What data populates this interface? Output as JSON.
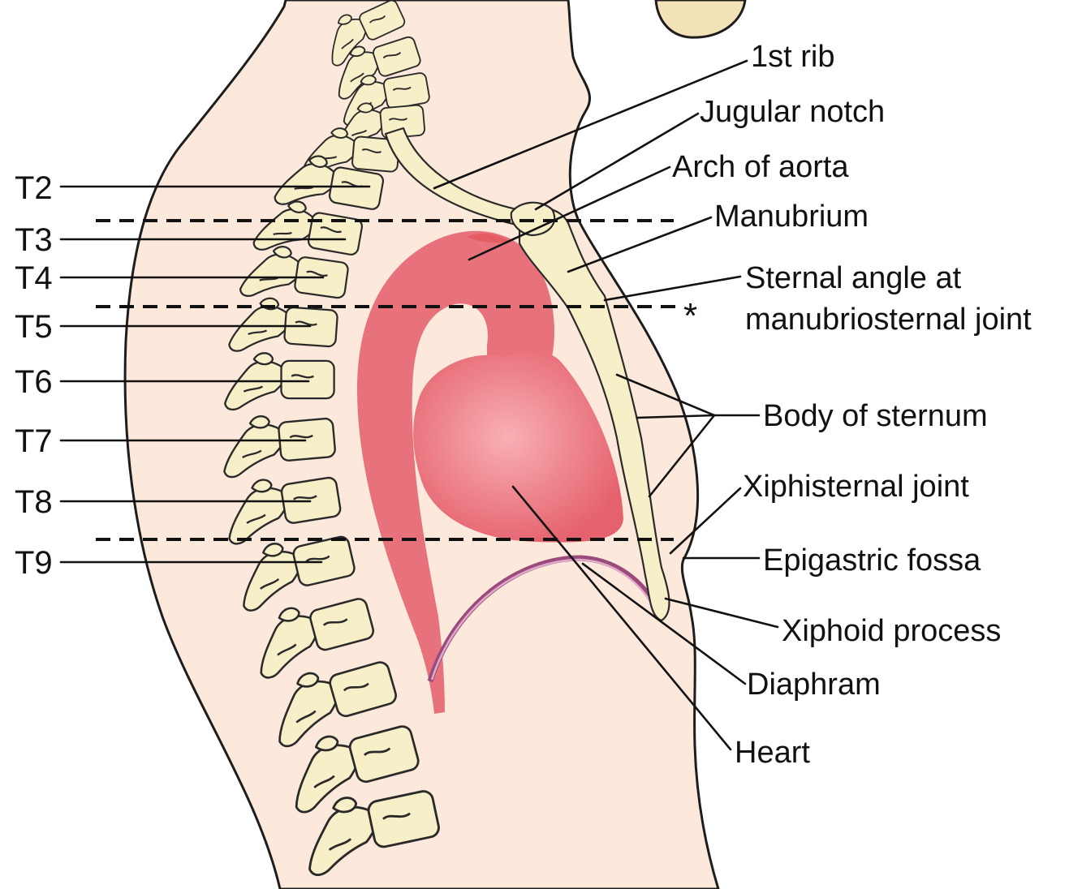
{
  "diagram": {
    "vertebra_labels": [
      "T2",
      "T3",
      "T4",
      "T5",
      "T6",
      "T7",
      "T8",
      "T9"
    ],
    "structure_labels": {
      "first_rib": "1st rib",
      "jugular_notch": "Jugular notch",
      "arch_of_aorta": "Arch of aorta",
      "manubrium": "Manubrium",
      "sternal_angle_line1": "Sternal angle at",
      "sternal_angle_line2": "manubriosternal joint",
      "body_of_sternum": "Body of sternum",
      "xiphisternal_joint": "Xiphisternal joint",
      "epigastric_fossa": "Epigastric fossa",
      "xiphoid_process": "Xiphoid process",
      "diaphram": "Diaphram",
      "heart": "Heart"
    },
    "asterisk": "*"
  },
  "colors": {
    "skin": "#fde9dc",
    "chin": "#f3e2b8",
    "bone": "#f6efc8",
    "heart_light": "#f8b0b4",
    "heart_dark": "#e5616d",
    "aorta": "#e8727c",
    "diaphragm": "#9b4a7c",
    "diaphragm_light": "#e0aacb"
  }
}
